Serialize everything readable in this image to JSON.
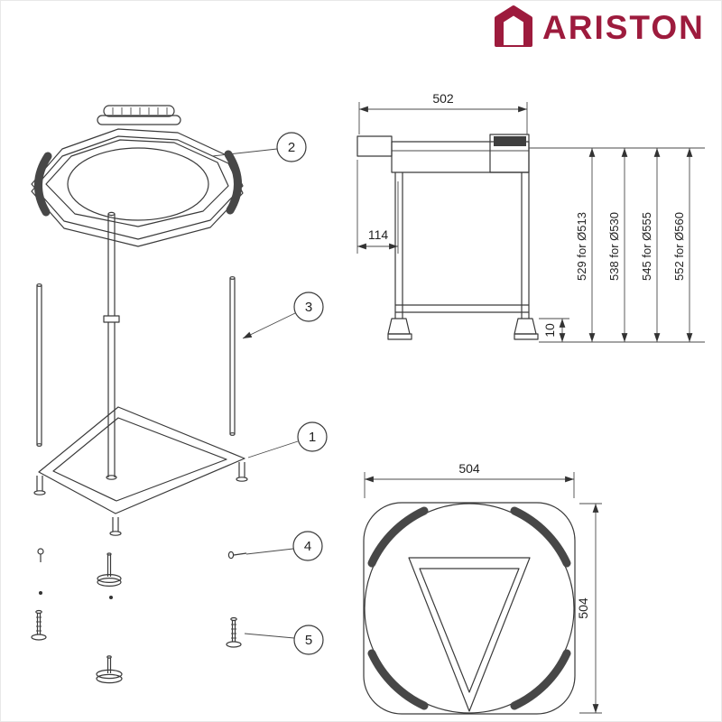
{
  "brand": {
    "name": "ARISTON",
    "color": "#9d1b3d"
  },
  "exploded_view": {
    "callout_ring": "2",
    "callout_rod": "3",
    "callout_base": "1",
    "callout_screw": "4",
    "callout_bolt": "5"
  },
  "front_view": {
    "dim_top_width": "502",
    "dim_offset": "114",
    "dim_foot_height": "10",
    "dim_heights": [
      "529 for Ø513",
      "538 for Ø530",
      "545 for Ø555",
      "552 for Ø560"
    ]
  },
  "top_view": {
    "dim_width": "504",
    "dim_depth": "504"
  }
}
